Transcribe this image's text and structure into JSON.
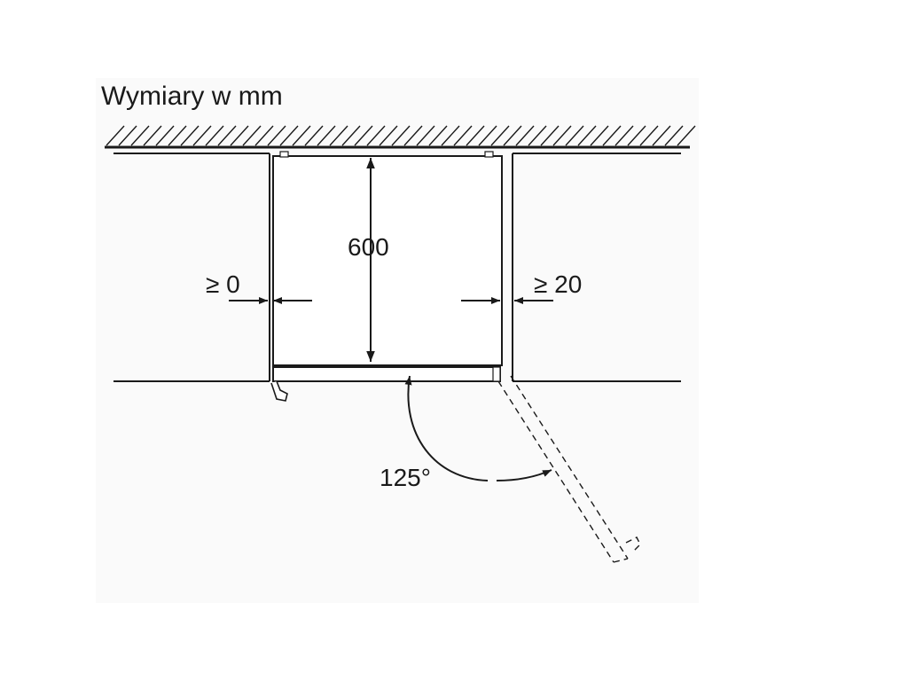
{
  "title": "Wymiary w mm",
  "dimensions": {
    "depth": "600",
    "left_gap": "≥ 0",
    "right_gap": "≥ 20",
    "door_angle": "125°"
  },
  "colors": {
    "line": "#1a1a1a",
    "background": "#ffffff",
    "panel_shade": "#fafafa"
  }
}
